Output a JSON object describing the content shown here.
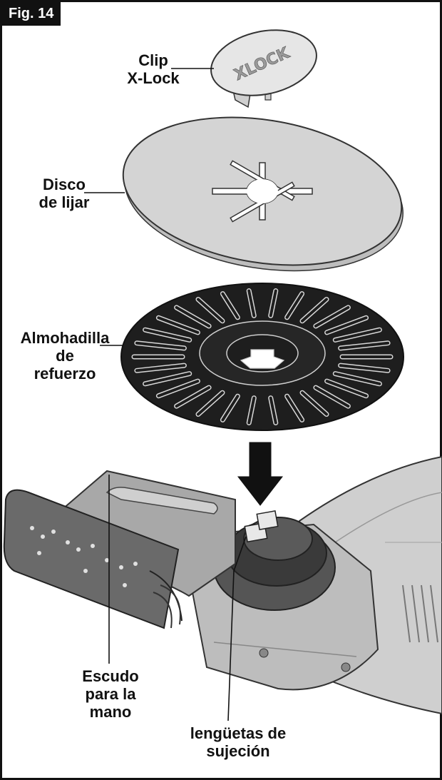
{
  "figure": {
    "tag": "Fig. 14"
  },
  "labels": {
    "clip": "Clip\nX-Lock",
    "disc": "Disco\nde lijar",
    "pad": "Almohadilla\nde\nrefuerzo",
    "shield": "Escudo\npara la\nmano",
    "tabs": "lengüetas de\nsujeción"
  },
  "clip_logo": "XLOCK",
  "colors": {
    "line": "#111111",
    "disc_fill": "#d4d4d4",
    "pad_fill": "#1e1e1e",
    "tool_body": "#bdbdbd",
    "grip": "#6a6a6a"
  }
}
